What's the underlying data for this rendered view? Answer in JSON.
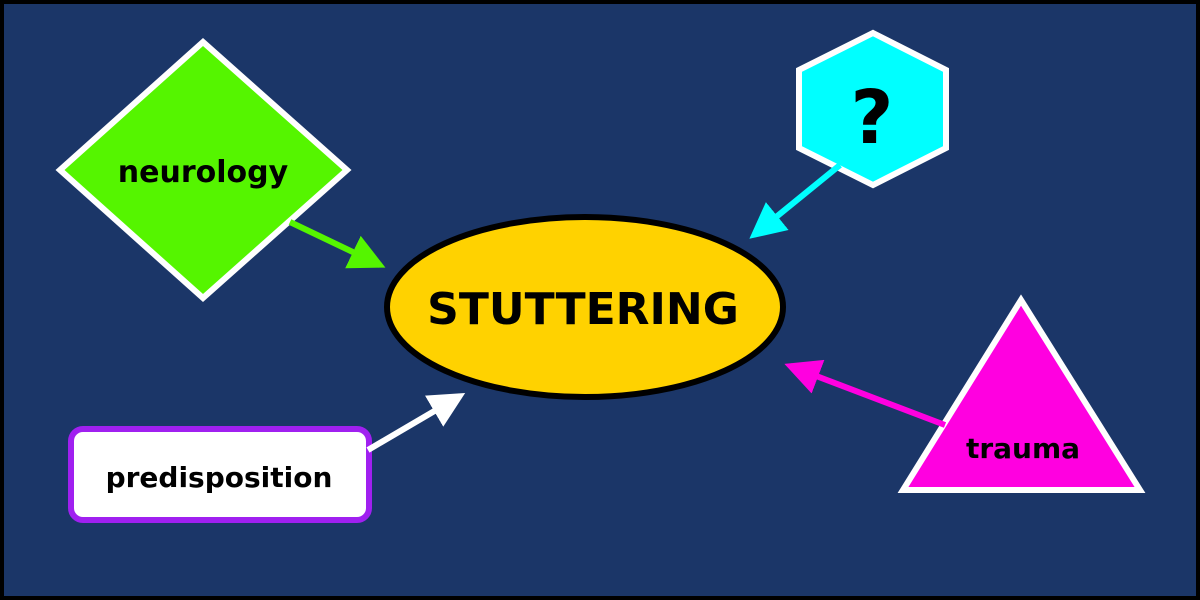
{
  "center": {
    "label": "STUTTERING",
    "color": "#ffd200"
  },
  "nodes": [
    {
      "label": "neurology",
      "shape": "diamond",
      "color": "#55f500"
    },
    {
      "label": "?",
      "shape": "hexagon",
      "color": "#00ffff"
    },
    {
      "label": "trauma",
      "shape": "triangle",
      "color": "#ff00e0"
    },
    {
      "label": "predisposition",
      "shape": "rounded-rectangle",
      "color": "#ffffff",
      "border": "#a020f0"
    }
  ],
  "background": "#1b3668"
}
